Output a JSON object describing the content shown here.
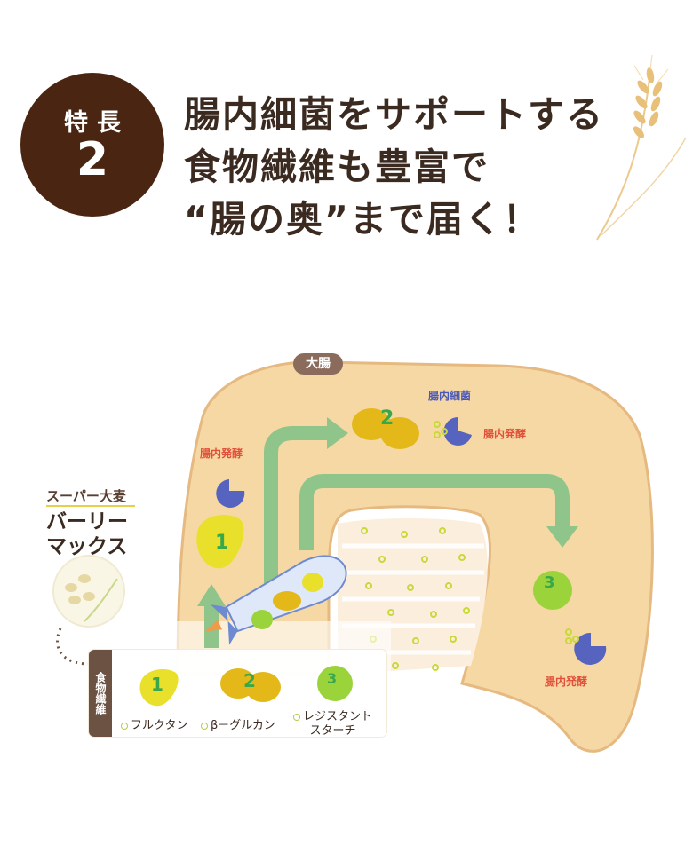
{
  "badge": {
    "label": "特長",
    "number": "2"
  },
  "headline": {
    "line1": "腸内細菌をサポートする",
    "line2": "食物繊維も豊富で",
    "line3": "“腸の奥”まで届く！"
  },
  "diagram": {
    "large_intestine_label": "大腸",
    "gut_bacteria_label": "腸内細菌",
    "fermentation_label_1": "腸内発酵",
    "fermentation_label_2": "腸内発酵",
    "fermentation_label_3": "腸内発酵",
    "fiber_numbers": [
      "1",
      "2",
      "3"
    ]
  },
  "brand": {
    "subtitle": "スーパー大麦",
    "name_line1": "バーリー",
    "name_line2": "マックス"
  },
  "fiber_legend": {
    "tag": "食物繊維",
    "items": [
      {
        "number": "1",
        "name": "フルクタン"
      },
      {
        "number": "2",
        "name": "β－グルカン"
      },
      {
        "number": "3",
        "name_line1": "レジスタント",
        "name_line2": "スターチ"
      }
    ]
  },
  "colors": {
    "badge_bg": "#4a2612",
    "intestine": "#f6d8a4",
    "arrow": "#8fc48a",
    "bacteria": "#5664c0",
    "fermentation_text": "#e0503a",
    "fiber1": "#e8e02a",
    "fiber2": "#e3b818",
    "fiber3": "#9ad33a"
  }
}
